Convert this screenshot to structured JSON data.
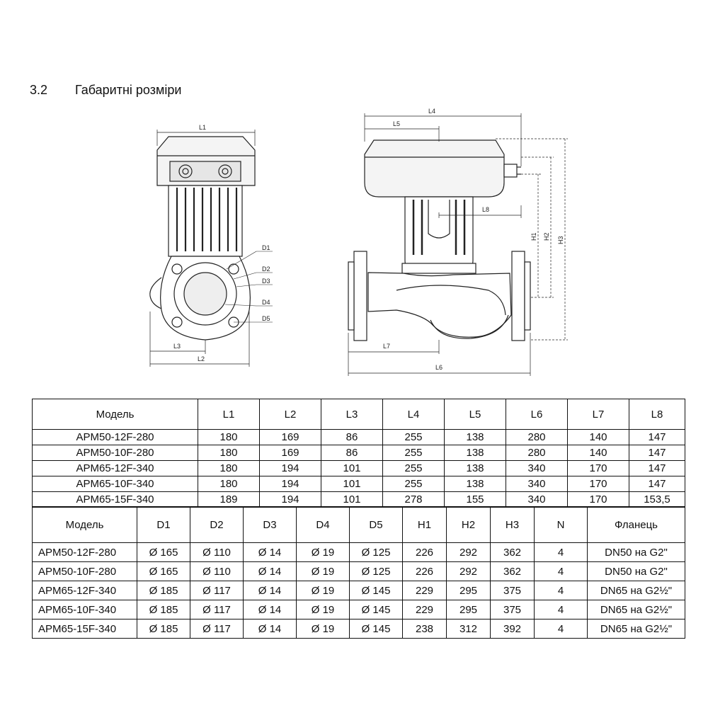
{
  "section": {
    "number": "3.2",
    "title": "Габаритні розміри"
  },
  "drawing_labels": {
    "L1": "L1",
    "L2": "L2",
    "L3": "L3",
    "L4": "L4",
    "L5": "L5",
    "L6": "L6",
    "L7": "L7",
    "L8": "L8",
    "D1": "D1",
    "D2": "D2",
    "D3": "D3",
    "D4": "D4",
    "D5": "D5",
    "H1": "H1",
    "H2": "H2",
    "H3": "H3"
  },
  "table1": {
    "headers": [
      "Модель",
      "L1",
      "L2",
      "L3",
      "L4",
      "L5",
      "L6",
      "L7",
      "L8"
    ],
    "rows": [
      [
        "APM50-12F-280",
        "180",
        "169",
        "86",
        "255",
        "138",
        "280",
        "140",
        "147"
      ],
      [
        "APM50-10F-280",
        "180",
        "169",
        "86",
        "255",
        "138",
        "280",
        "140",
        "147"
      ],
      [
        "APM65-12F-340",
        "180",
        "194",
        "101",
        "255",
        "138",
        "340",
        "170",
        "147"
      ],
      [
        "APM65-10F-340",
        "180",
        "194",
        "101",
        "255",
        "138",
        "340",
        "170",
        "147"
      ],
      [
        "APM65-15F-340",
        "189",
        "194",
        "101",
        "278",
        "155",
        "340",
        "170",
        "153,5"
      ]
    ]
  },
  "table2": {
    "headers": [
      "Модель",
      "D1",
      "D2",
      "D3",
      "D4",
      "D5",
      "H1",
      "H2",
      "H3",
      "N",
      "Фланець"
    ],
    "rows": [
      [
        "APM50-12F-280",
        "Ø 165",
        "Ø 110",
        "Ø 14",
        "Ø 19",
        "Ø 125",
        "226",
        "292",
        "362",
        "4",
        "DN50 на G2\""
      ],
      [
        "APM50-10F-280",
        "Ø 165",
        "Ø 110",
        "Ø 14",
        "Ø 19",
        "Ø 125",
        "226",
        "292",
        "362",
        "4",
        "DN50 на G2\""
      ],
      [
        "APM65-12F-340",
        "Ø 185",
        "Ø 117",
        "Ø 14",
        "Ø 19",
        "Ø 145",
        "229",
        "295",
        "375",
        "4",
        "DN65 на G2½\""
      ],
      [
        "APM65-10F-340",
        "Ø 185",
        "Ø 117",
        "Ø 14",
        "Ø 19",
        "Ø 145",
        "229",
        "295",
        "375",
        "4",
        "DN65 на G2½\""
      ],
      [
        "APM65-15F-340",
        "Ø 185",
        "Ø 117",
        "Ø 14",
        "Ø 19",
        "Ø 145",
        "238",
        "312",
        "392",
        "4",
        "DN65 на G2½\""
      ]
    ]
  }
}
